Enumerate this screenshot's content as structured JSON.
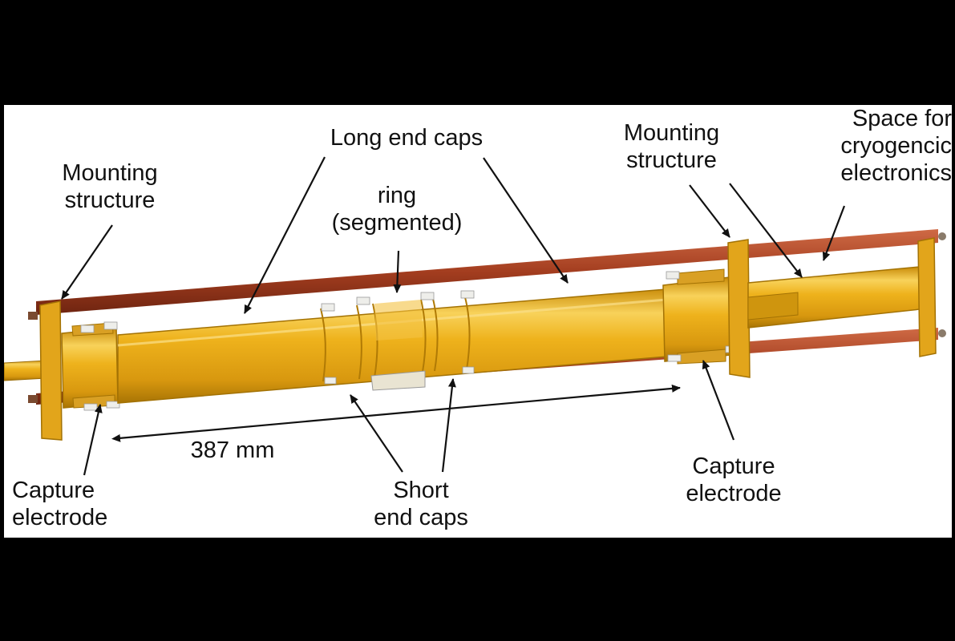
{
  "labels": {
    "long_end_caps": "Long end caps",
    "ring_line1": "ring",
    "ring_line2": "(segmented)",
    "mount_left_line1": "Mounting",
    "mount_left_line2": "structure",
    "mount_right_line1": "Mounting",
    "mount_right_line2": "structure",
    "space_line1": "Space for",
    "space_line2": "cryogencic",
    "space_line3": "electronics",
    "dimension": "387 mm",
    "capture_left_line1": "Capture",
    "capture_left_line2": "electrode",
    "short_line1": "Short",
    "short_line2": "end caps",
    "capture_right_line1": "Capture",
    "capture_right_line2": "electrode"
  },
  "colors": {
    "gold": "#e3a613",
    "gold_light": "#f7cf52",
    "gold_dark": "#b77f06",
    "rod": "#a33d1f",
    "background_outer": "#000000",
    "background_panel": "#ffffff"
  }
}
